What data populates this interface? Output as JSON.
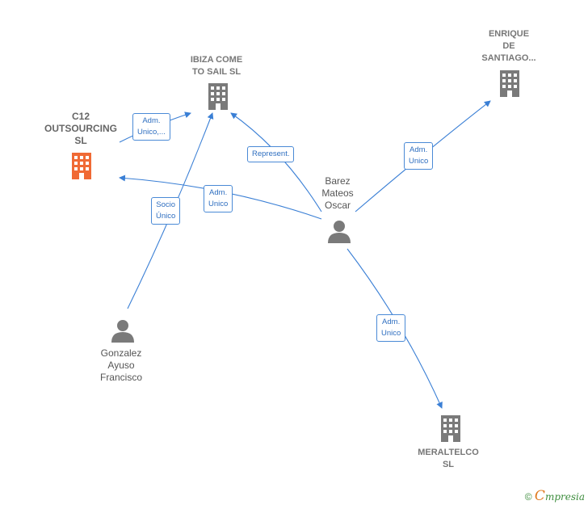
{
  "nodes": {
    "ibiza": {
      "label": "IBIZA COME\nTO SAIL  SL",
      "type": "company"
    },
    "c12": {
      "label": "C12\nOUTSOURCING\nSL",
      "type": "company-highlight"
    },
    "enrique": {
      "label": "ENRIQUE\nDE\nSANTIAGO...",
      "type": "company"
    },
    "barez": {
      "label": "Barez\nMateos\nOscar",
      "type": "person"
    },
    "gonzalez": {
      "label": "Gonzalez\nAyuso\nFrancisco",
      "type": "person"
    },
    "meraltelco": {
      "label": "MERALTELCO\nSL",
      "type": "company"
    }
  },
  "edges": {
    "c12_ibiza": {
      "label": "Adm.\nUnico,..."
    },
    "barez_ibiza": {
      "label": "Represent."
    },
    "barez_c12": {
      "label": "Adm.\nUnico"
    },
    "gonzalez_ibiza": {
      "label": "Socio\nÚnico"
    },
    "barez_enrique": {
      "label": "Adm.\nUnico"
    },
    "barez_meraltelco": {
      "label": "Adm.\nUnico"
    }
  },
  "footer": {
    "copyright": "©",
    "brand_first": "C",
    "brand_rest": "mpresia"
  },
  "colors": {
    "edge": "#3a7fd5",
    "company": "#7a7a7a",
    "highlight": "#f06a35",
    "person": "#7a7a7a"
  }
}
